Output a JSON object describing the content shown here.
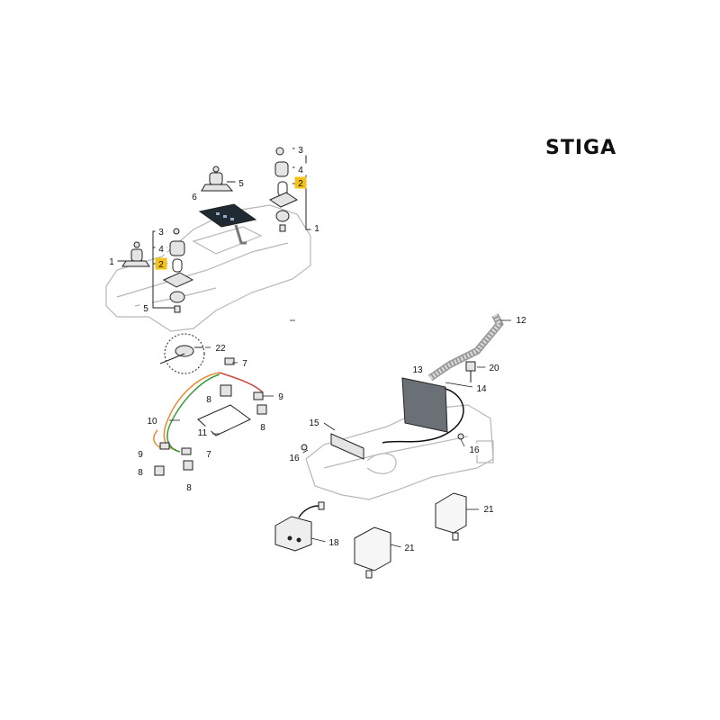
{
  "brand": {
    "logo_text": "STIGA"
  },
  "callouts": [
    {
      "label": "3"
    },
    {
      "label": "4"
    },
    {
      "label": "2",
      "highlighted": true
    },
    {
      "label": "1"
    },
    {
      "label": "5"
    },
    {
      "label": "6"
    },
    {
      "label": "3"
    },
    {
      "label": "4"
    },
    {
      "label": "2",
      "highlighted": true
    },
    {
      "label": "1"
    },
    {
      "label": "5"
    },
    {
      "label": "22"
    },
    {
      "label": "7"
    },
    {
      "label": "9"
    },
    {
      "label": "10"
    },
    {
      "label": "11"
    },
    {
      "label": "8"
    },
    {
      "label": "8"
    },
    {
      "label": "9"
    },
    {
      "label": "7"
    },
    {
      "label": "8"
    },
    {
      "label": "8"
    },
    {
      "label": "12"
    },
    {
      "label": "13"
    },
    {
      "label": "20"
    },
    {
      "label": "14"
    },
    {
      "label": "15"
    },
    {
      "label": "16"
    },
    {
      "label": "16"
    },
    {
      "label": "21"
    },
    {
      "label": "18"
    },
    {
      "label": "21"
    }
  ],
  "colors": {
    "highlight": "#f2c21b",
    "line": "#222222",
    "light_line": "#b8b8b8",
    "wire_orange": "#e8892b",
    "wire_green": "#3a9a3a",
    "wire_red": "#c8473a",
    "panel": "#1f2a33"
  }
}
